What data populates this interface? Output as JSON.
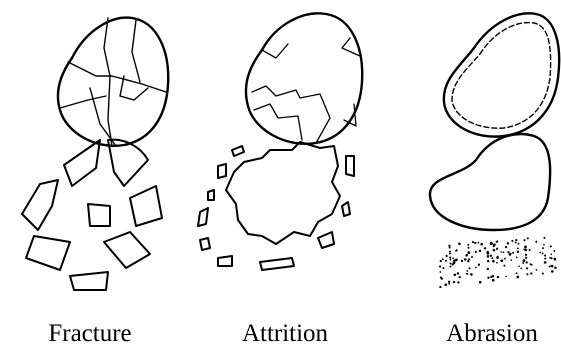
{
  "labels": {
    "fracture": "Fracture",
    "attrition": "Attrition",
    "abrasion": "Abrasion"
  },
  "colors": {
    "stroke": "#000000",
    "background": "#ffffff"
  }
}
